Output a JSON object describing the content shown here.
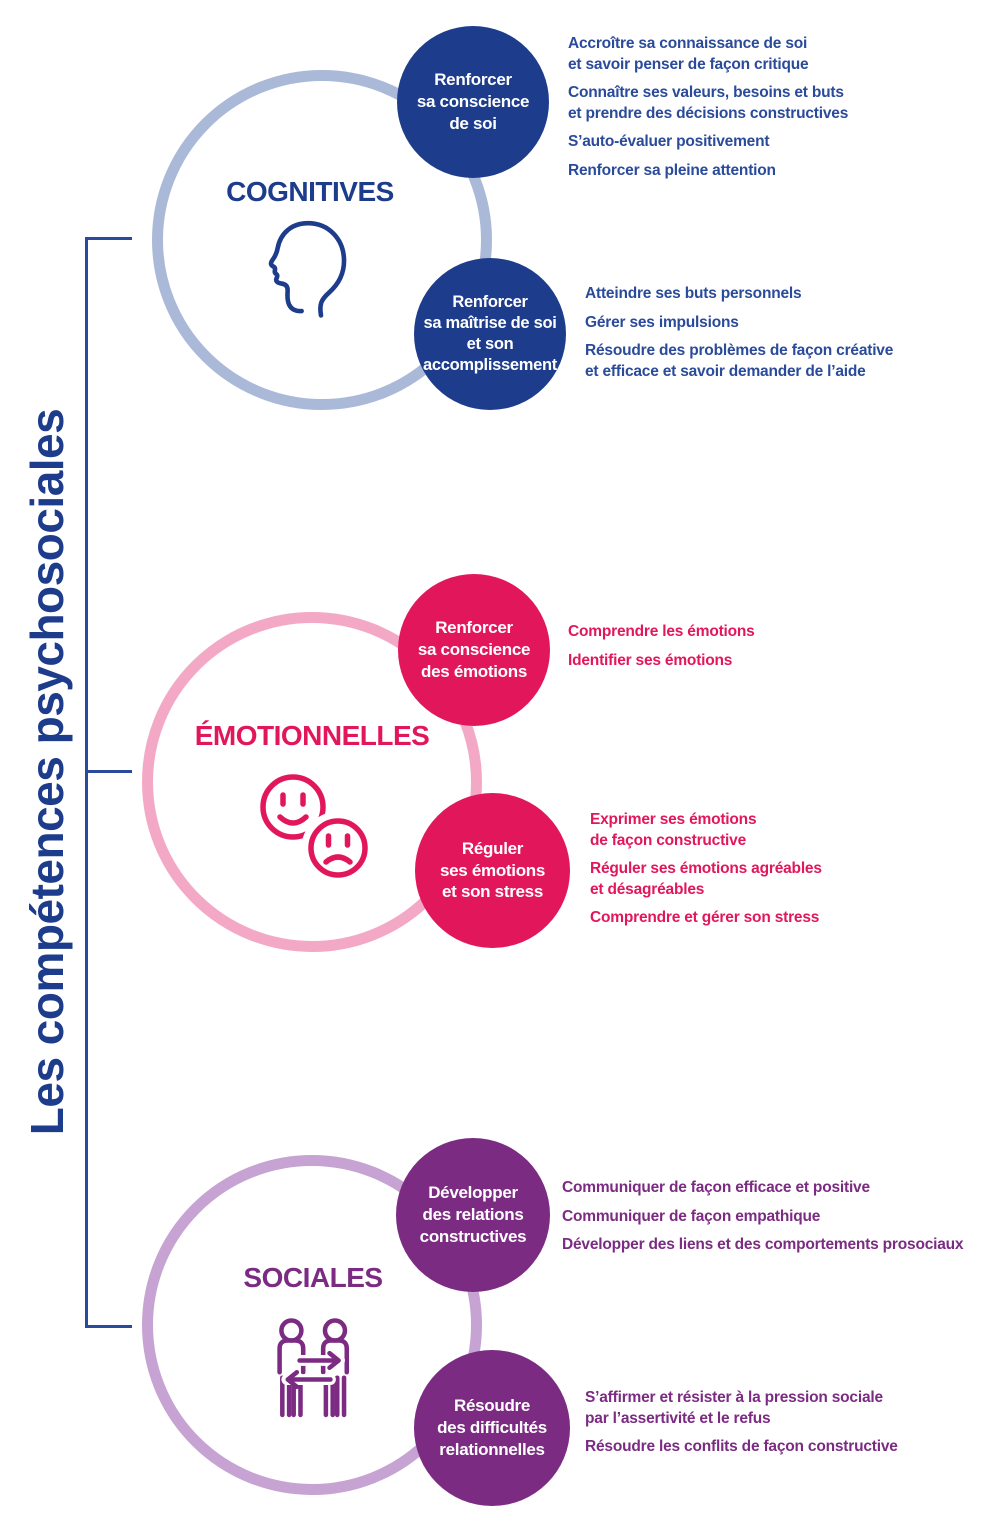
{
  "page": {
    "vertical_title": "Les compétences psychosociales"
  },
  "palette": {
    "blue": "#1e3c8c",
    "blue_text": "#2a4a9a",
    "blue_light": "#aab9d8",
    "pink": "#e2175b",
    "pink_light": "#f3a9c6",
    "purple": "#7b2b82",
    "purple_light": "#c6a3d2",
    "bracket": "#2b4a9b"
  },
  "sections": [
    {
      "title": "COGNITIVES",
      "icon": "head-profile-icon",
      "bubbles": [
        {
          "label": "Renforcer\nsa conscience\nde soi",
          "items": [
            "Accroître sa connaissance de soi\net savoir penser de façon critique",
            "Connaître ses valeurs, besoins et buts\net prendre des décisions constructives",
            "S’auto-évaluer positivement",
            "Renforcer sa pleine attention"
          ]
        },
        {
          "label": "Renforcer\nsa maîtrise de soi\net son\naccomplissement",
          "items": [
            "Atteindre ses buts personnels",
            "Gérer ses impulsions",
            "Résoudre des problèmes de façon créative\net efficace et savoir demander de l’aide"
          ]
        }
      ]
    },
    {
      "title": "ÉMOTIONNELLES",
      "icon": "smileys-icon",
      "bubbles": [
        {
          "label": "Renforcer\nsa conscience\ndes émotions",
          "items": [
            "Comprendre les émotions",
            "Identifier ses émotions"
          ]
        },
        {
          "label": "Réguler\nses émotions\net son stress",
          "items": [
            "Exprimer ses émotions\nde façon constructive",
            "Réguler ses émotions agréables\net désagréables",
            "Comprendre et gérer son stress"
          ]
        }
      ]
    },
    {
      "title": "SOCIALES",
      "icon": "people-exchange-icon",
      "bubbles": [
        {
          "label": "Développer\ndes relations\nconstructives",
          "items": [
            "Communiquer de façon efficace et positive",
            "Communiquer de façon empathique",
            "Développer des liens et des comportements prosociaux"
          ]
        },
        {
          "label": "Résoudre\ndes difficultés\nrelationnelles",
          "items": [
            "S’affirmer et résister à la pression sociale\npar l’assertivité et le refus",
            "Résoudre les conflits de façon constructive"
          ]
        }
      ]
    }
  ]
}
